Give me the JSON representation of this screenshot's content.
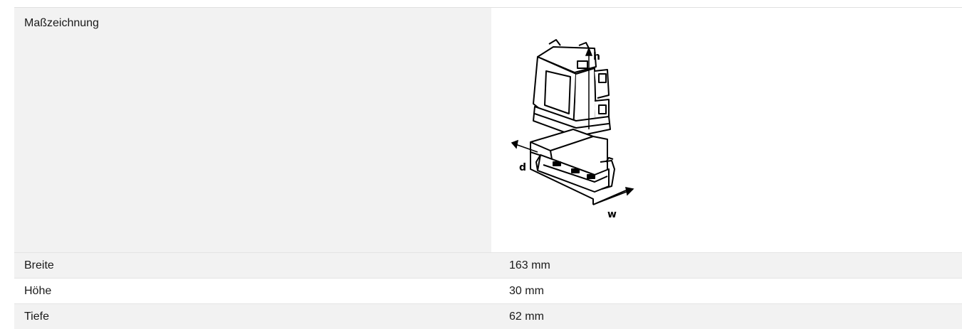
{
  "rows": {
    "drawing": {
      "label": "Maßzeichnung",
      "image_labels": {
        "height": "h",
        "depth": "d",
        "width": "w"
      }
    },
    "width": {
      "label": "Breite",
      "value": "163 mm"
    },
    "height": {
      "label": "Höhe",
      "value": "30 mm"
    },
    "depth": {
      "label": "Tiefe",
      "value": "62 mm"
    }
  }
}
